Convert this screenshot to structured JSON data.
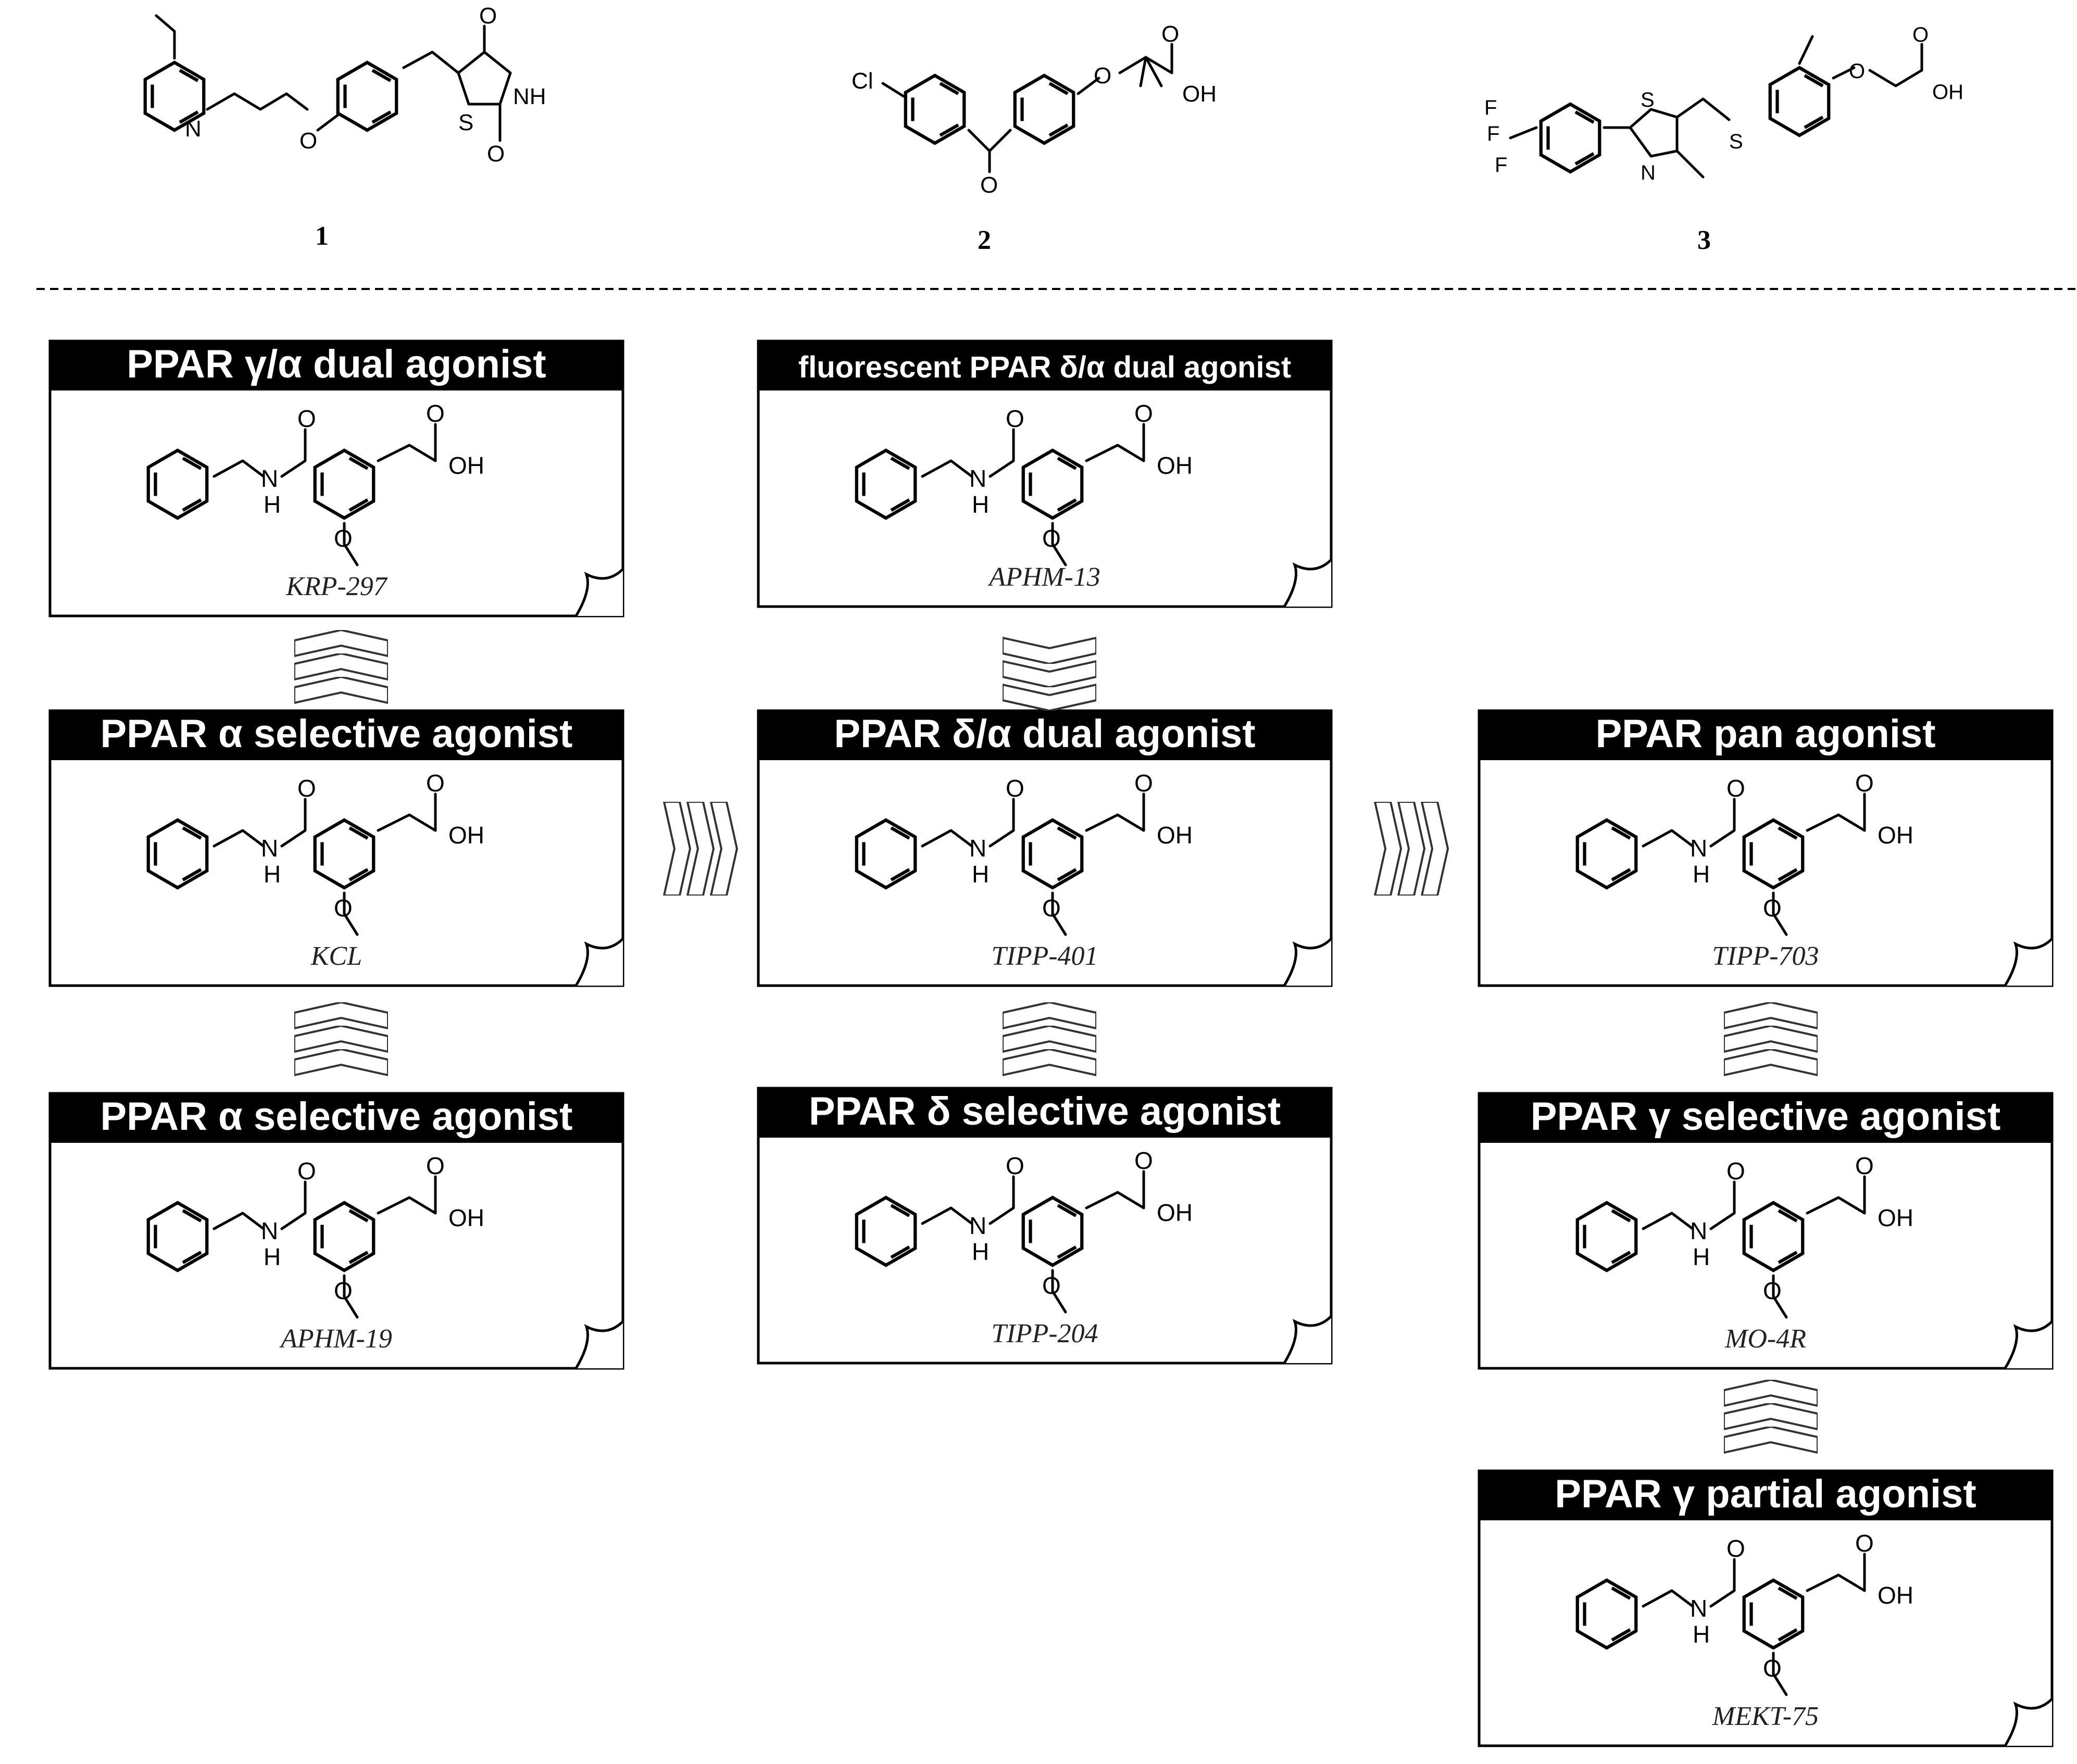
{
  "compounds_top": [
    {
      "number": "1"
    },
    {
      "number": "2"
    },
    {
      "number": "3"
    }
  ],
  "cards": {
    "krp297": {
      "title": "PPAR γ/α dual agonist",
      "name": "KRP-297"
    },
    "aphm13": {
      "title": "fluorescent PPAR δ/α dual agonist",
      "name": "APHM-13"
    },
    "kcl": {
      "title": "PPAR α selective agonist",
      "name": "KCL"
    },
    "tipp401": {
      "title": "PPAR δ/α dual agonist",
      "name": "TIPP-401"
    },
    "tipp703": {
      "title": "PPAR pan agonist",
      "name": "TIPP-703"
    },
    "aphm19": {
      "title": "PPAR α selective agonist",
      "name": "APHM-19"
    },
    "tipp204": {
      "title": "PPAR δ selective agonist",
      "name": "TIPP-204"
    },
    "mo4r": {
      "title": "PPAR γ selective agonist",
      "name": "MO-4R"
    },
    "mekt75": {
      "title": "PPAR γ partial agonist",
      "name": "MEKT-75"
    }
  },
  "atoms": {
    "N": "N",
    "H": "H",
    "O": "O",
    "S": "S",
    "F": "F",
    "Cl": "Cl",
    "NH": "NH",
    "OH": "OH"
  },
  "colors": {
    "title_bg": "#000000",
    "card_border": "#000000",
    "arrow_stroke": "#333333"
  }
}
